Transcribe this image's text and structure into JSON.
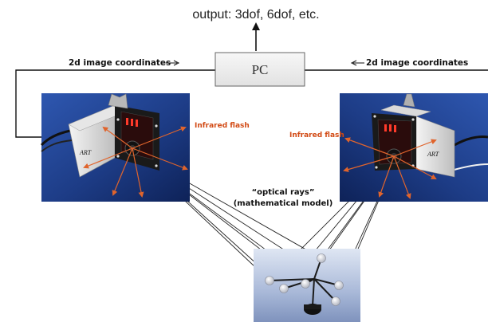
{
  "output_label": "output: 3dof, 6dof, etc.",
  "left_coord_label": "2d image coordinates",
  "right_coord_label": "2d image coordinates",
  "pc_label": "PC",
  "left_flash_label": "Infrared flash",
  "right_flash_label": "Infrared flash",
  "rays_label_line1": "“optical rays”",
  "rays_label_line2": "(mathematical model)",
  "camera_brand": "ART",
  "colors": {
    "flash_text": "#d24a14",
    "ray_arrow": "#e0642c",
    "photo_bg": "#1f3f8a",
    "lines": "#111111"
  },
  "icons": [
    "arrow-right-icon",
    "arrow-left-icon",
    "arrow-up-icon"
  ]
}
